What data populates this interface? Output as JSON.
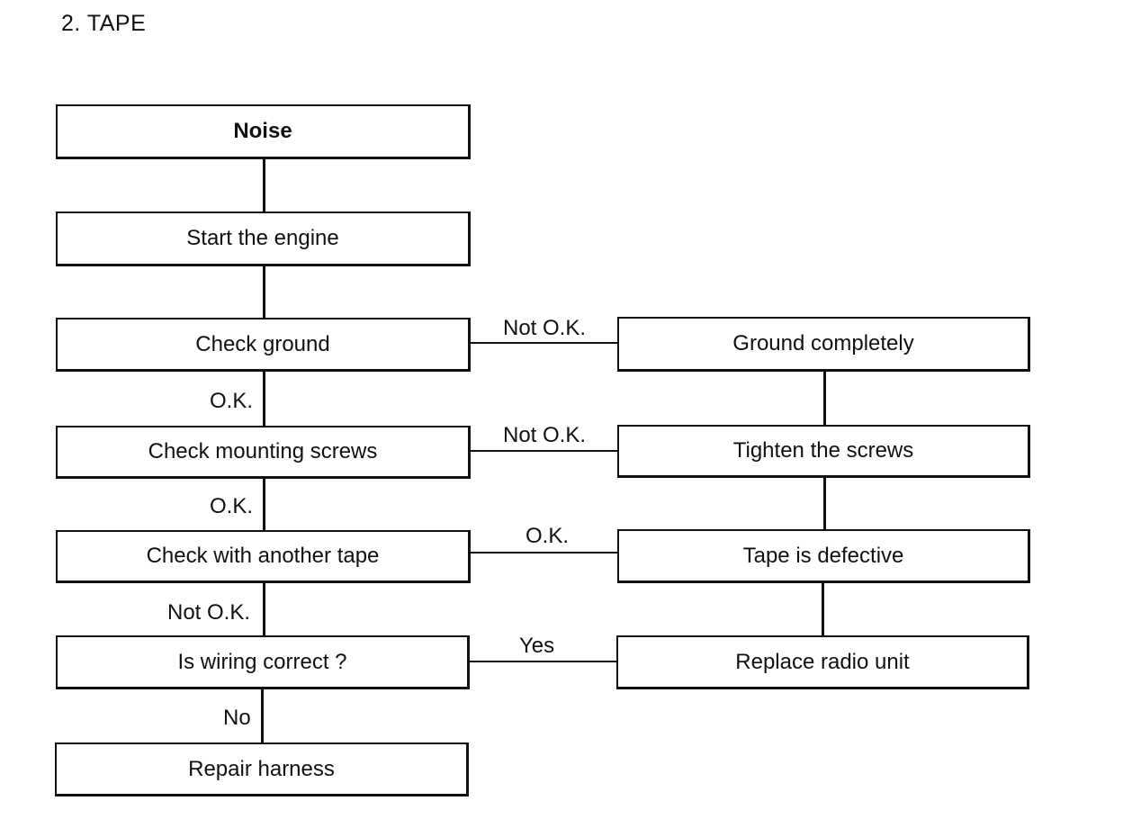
{
  "section_title": "2. TAPE",
  "nodes": {
    "noise": "Noise",
    "start_engine": "Start the engine",
    "check_ground": "Check ground",
    "check_screws": "Check mounting screws",
    "check_tape": "Check with another tape",
    "wiring_correct": "Is wiring correct ?",
    "repair_harness": "Repair harness",
    "ground_completely": "Ground completely",
    "tighten_screws": "Tighten the screws",
    "tape_defective": "Tape is defective",
    "replace_radio": "Replace radio unit"
  },
  "labels": {
    "ground_not_ok": "Not O.K.",
    "ground_ok": "O.K.",
    "screws_not_ok": "Not O.K.",
    "screws_ok": "O.K.",
    "tape_ok": "O.K.",
    "tape_not_ok": "Not O.K.",
    "wiring_yes": "Yes",
    "wiring_no": "No"
  }
}
